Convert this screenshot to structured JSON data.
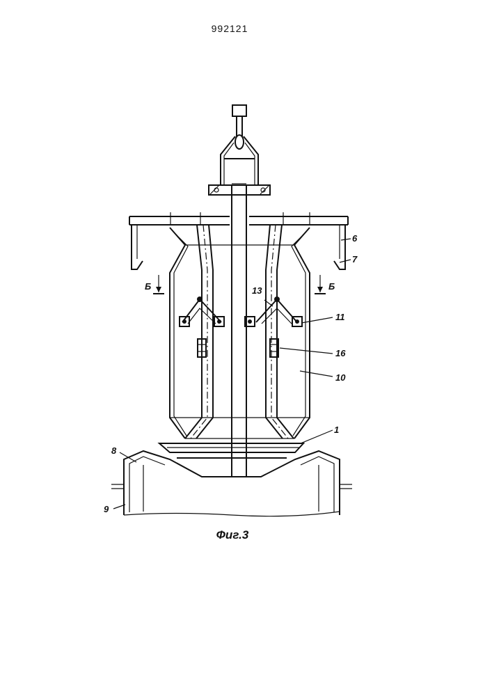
{
  "document": {
    "patent_number": "992121",
    "figure_caption": "Фиг.3"
  },
  "labels": {
    "l1": "1",
    "l6": "6",
    "l7": "7",
    "l8": "8",
    "l9": "9",
    "l10": "10",
    "l11": "11",
    "l13": "13",
    "l16": "16",
    "section_left": "Б",
    "section_right": "Б"
  }
}
